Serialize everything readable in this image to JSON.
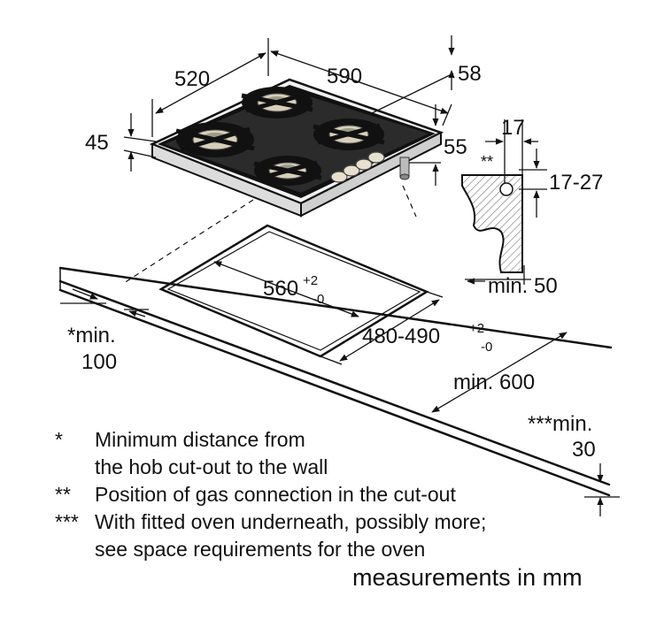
{
  "dims": {
    "depth": "520",
    "width": "590",
    "height_right": "58",
    "height_left": "45",
    "leg": "55",
    "conn_top": "17",
    "conn_marker": "**",
    "conn_range": "17-27",
    "wall_min": "min. 50",
    "cut_width": "560",
    "cut_width_tol_up": "+2",
    "cut_width_tol_down": "-0",
    "cut_depth": "480-490",
    "cut_depth_tol_up": "+2",
    "cut_depth_tol_down": "-0",
    "counter_min": "min. 600",
    "wall_dist_1": "*min.",
    "wall_dist_2": "100",
    "oven_min_1": "***min.",
    "oven_min_2": "30"
  },
  "notes": [
    {
      "mark": "*",
      "lines": [
        "Minimum distance from",
        "the hob cut-out to the wall"
      ]
    },
    {
      "mark": "**",
      "lines": [
        "Position of gas connection in the cut-out"
      ]
    },
    {
      "mark": "***",
      "lines": [
        "With fitted oven underneath, possibly more;",
        "see space requirements for the oven"
      ]
    }
  ],
  "units_note": "measurements in mm"
}
